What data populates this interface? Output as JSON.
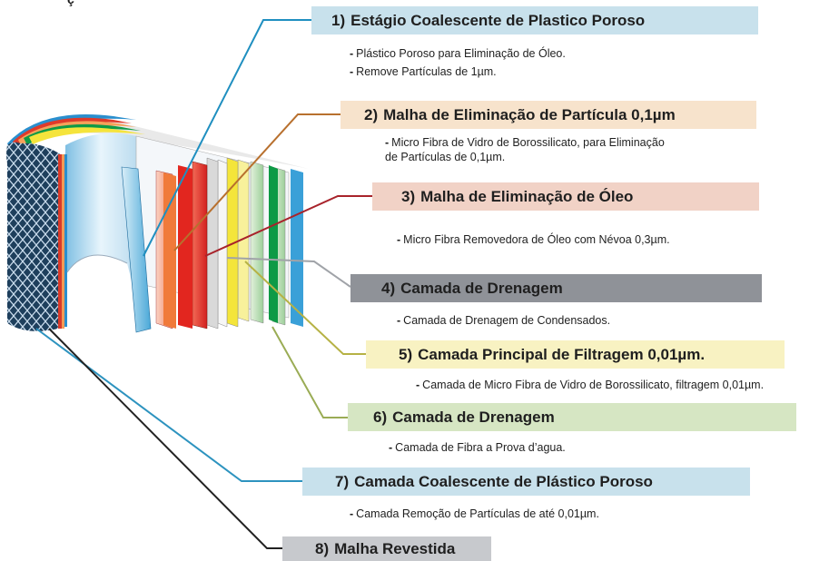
{
  "top_fragment": "ç",
  "colors": {
    "blue_bar": "#c8e1ec",
    "peach_bar": "#f7e3cc",
    "pink_bar": "#f1d2c6",
    "gray_bar": "#8f9298",
    "yellow_bar": "#f8f2c2",
    "green_bar": "#d6e6c3",
    "light_gray_bar": "#c7c9cd"
  },
  "layers": [
    {
      "number": "1)",
      "title": "Estágio Coalescente de Plastico Poroso",
      "descriptions": [
        "Plástico Poroso para Eliminação de Óleo.",
        "Remove Partículas de 1µm."
      ]
    },
    {
      "number": "2)",
      "title": "Malha de Eliminação de Partícula 0,1µm",
      "descriptions": [
        "Micro Fibra de Vidro de Borossilicato, para Eliminação",
        "de Partículas de 0,1µm."
      ]
    },
    {
      "number": "3)",
      "title": "Malha de Eliminação de Óleo",
      "descriptions": [
        "Micro Fibra Removedora de Óleo com Névoa 0,3µm."
      ]
    },
    {
      "number": "4)",
      "title": "Camada de Drenagem",
      "descriptions": [
        "Camada de Drenagem de Condensados."
      ]
    },
    {
      "number": "5)",
      "title": "Camada Principal de Filtragem 0,01µm.",
      "descriptions": [
        "Camada de Micro Fibra de Vidro de Borossilicato, filtragem 0,01µm."
      ]
    },
    {
      "number": "6)",
      "title": "Camada de Drenagem",
      "descriptions": [
        "Camada de Fibra a Prova d’agua."
      ]
    },
    {
      "number": "7)",
      "title": "Camada Coalescente de Plástico Poroso",
      "descriptions": [
        "Camada Remoção de Partículas de até 0,01µm."
      ]
    },
    {
      "number": "8)",
      "title": "Malha Revestida",
      "descriptions": []
    }
  ]
}
